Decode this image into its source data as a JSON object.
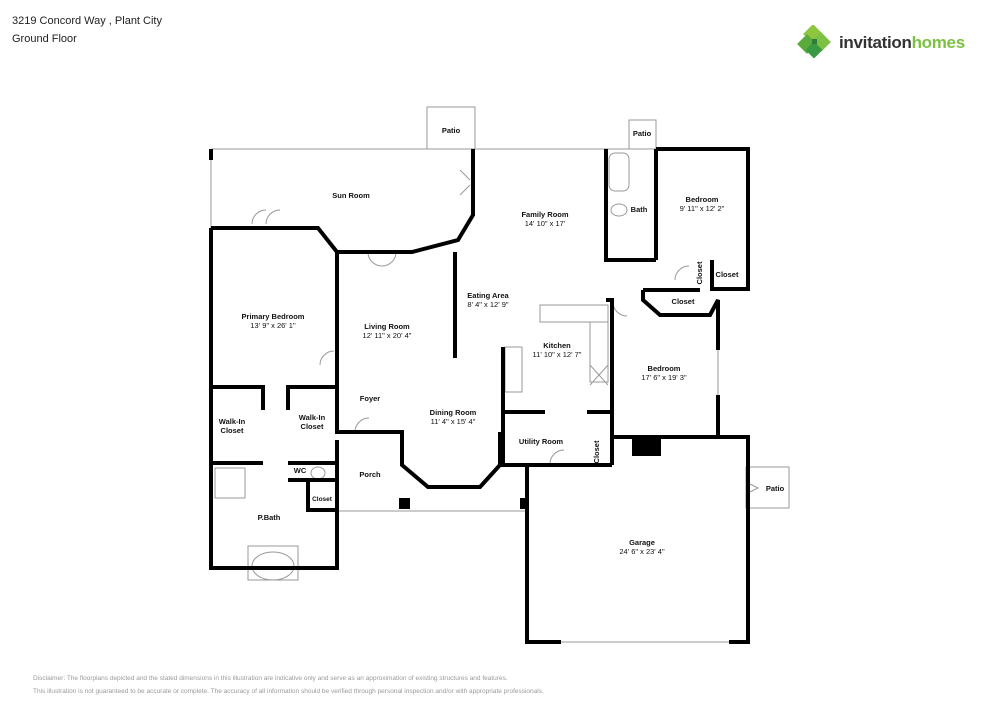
{
  "header": {
    "address": "3219 Concord Way , Plant City",
    "floor": "Ground Floor"
  },
  "logo": {
    "text_part1": "invitation",
    "text_part2": "homes",
    "colors": {
      "dark": "#333333",
      "green": "#7cc142",
      "mark_light": "#8dc63f",
      "mark_dark": "#3a9a44"
    }
  },
  "rooms": {
    "patio_top_left": {
      "name": "Patio"
    },
    "patio_top_right": {
      "name": "Patio"
    },
    "patio_right": {
      "name": "Patio"
    },
    "sun_room": {
      "name": "Sun Room"
    },
    "family_room": {
      "name": "Family Room",
      "dims": "14' 10\" x 17'"
    },
    "bath": {
      "name": "Bath"
    },
    "bedroom_1": {
      "name": "Bedroom",
      "dims": "9' 11\" x 12' 2\""
    },
    "closet_v1": {
      "name": "Closet"
    },
    "closet_1": {
      "name": "Closet"
    },
    "closet_2": {
      "name": "Closet"
    },
    "eating_area": {
      "name": "Eating Area",
      "dims": "8' 4\" x 12' 9\""
    },
    "primary_bedroom": {
      "name": "Primary Bedroom",
      "dims": "13' 9\" x 26' 1\""
    },
    "living_room": {
      "name": "Living Room",
      "dims": "12' 11\" x 20' 4\""
    },
    "kitchen": {
      "name": "Kitchen",
      "dims": "11' 10\" x 12' 7\""
    },
    "bedroom_2": {
      "name": "Bedroom",
      "dims": "17' 6\" x 19' 3\""
    },
    "walkin_closet_1": {
      "name1": "Walk-In",
      "name2": "Closet"
    },
    "walkin_closet_2": {
      "name1": "Walk-In",
      "name2": "Closet"
    },
    "foyer": {
      "name": "Foyer"
    },
    "dining_room": {
      "name": "Dining Room",
      "dims": "11' 4\" x 15' 4\""
    },
    "utility_room": {
      "name": "Utility Room"
    },
    "closet_v2": {
      "name": "Closet"
    },
    "wc": {
      "name": "WC"
    },
    "closet_3": {
      "name": "Closet"
    },
    "porch": {
      "name": "Porch"
    },
    "p_bath": {
      "name": "P.Bath"
    },
    "garage": {
      "name": "Garage",
      "dims": "24' 6\" x 23' 4\""
    }
  },
  "disclaimer": {
    "line1": "Disclaimer: The floorplans depicted and the stated dimensions in this illustration are indicative only and serve as an approximation of existing structures and features.",
    "line2": "This illustration is not guaranteed to be accurate or complete. The accuracy of all information should be verified through personal inspection and/or with appropriate professionals."
  }
}
